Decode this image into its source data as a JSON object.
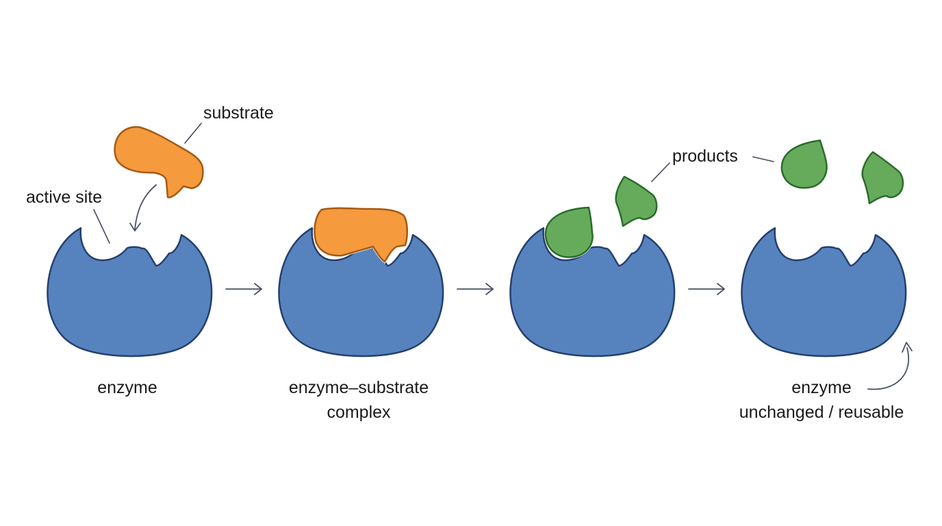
{
  "colors": {
    "enzyme_fill": "#5683be",
    "enzyme_stroke": "#253f6e",
    "substrate_fill": "#f59a3d",
    "substrate_stroke": "#a45a12",
    "product_fill": "#66ab5c",
    "product_stroke": "#2b6b2a",
    "arrow": "#4a5168",
    "text": "#1a1a1a"
  },
  "stages": [
    {
      "label_lines": [
        "enzyme"
      ]
    },
    {
      "label_lines": [
        "enzyme–substrate",
        "complex"
      ]
    },
    {
      "label_lines": []
    },
    {
      "label_lines": [
        "enzyme",
        "unchanged / reusable"
      ]
    }
  ],
  "callouts": {
    "substrate": "substrate",
    "active_site": "active site",
    "products": "products"
  }
}
